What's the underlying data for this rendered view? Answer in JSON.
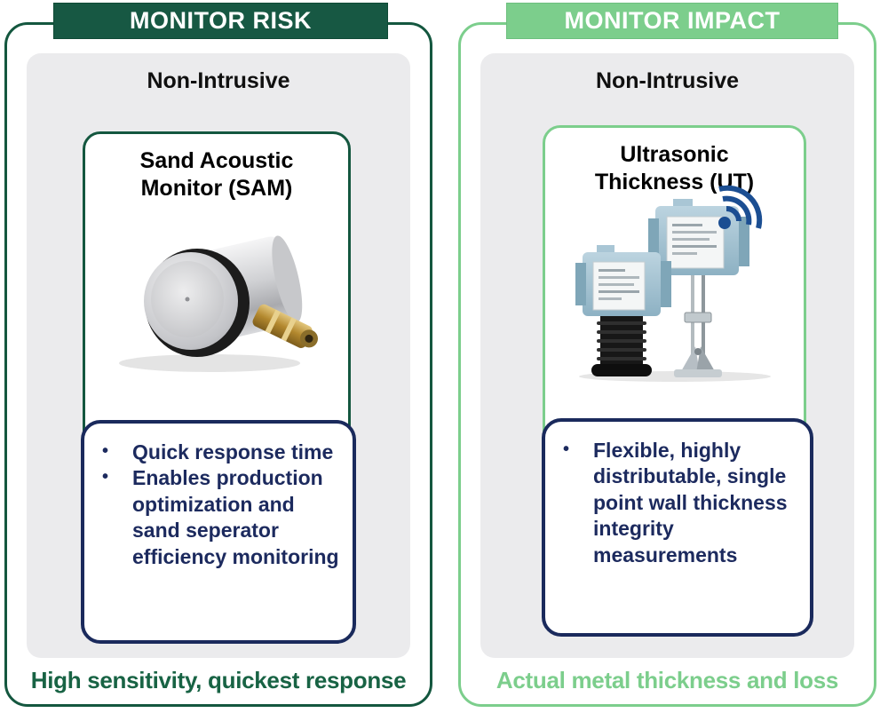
{
  "colors": {
    "dark_green": "#14573F",
    "dark_green_badge": "#175843",
    "light_green": "#7CCE8C",
    "navy_border": "#1A2A5C",
    "navy_text": "#1C2A5E",
    "section_gray": "#EBEBED",
    "caption_left_green": "#186344",
    "wifi_blue": "#1B4E92"
  },
  "left_panel": {
    "badge": "MONITOR RISK",
    "section_label": "Non-Intrusive",
    "card_title": "Sand Acoustic Monitor (SAM)",
    "photo": "sand-acoustic-monitor-sensor",
    "bullets": [
      "Quick response time",
      "Enables production optimization and sand seperator efficiency monitoring"
    ],
    "caption": "High sensitivity, quickest response"
  },
  "right_panel": {
    "badge": "MONITOR IMPACT",
    "section_label": "Non-Intrusive",
    "card_title": "Ultrasonic Thickness (UT)",
    "photo": "ultrasonic-thickness-wireless-sensors",
    "bullets": [
      "Flexible, highly distributable, single point wall thickness integrity measurements"
    ],
    "caption": "Actual metal thickness and loss"
  }
}
